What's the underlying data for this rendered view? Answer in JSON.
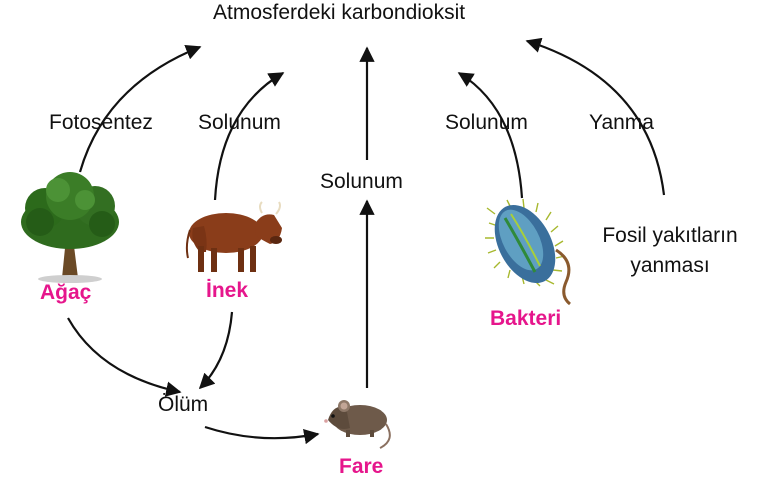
{
  "title": "Atmosferdeki karbondioksit",
  "labels": {
    "photosynthesis": "Fotosentez",
    "respiration_cow": "Solunum",
    "respiration_mouse": "Solunum",
    "respiration_bacteria": "Solunum",
    "combustion": "Yanma",
    "fossil_line1": "Fosil yakıtların",
    "fossil_line2": "yanması",
    "death": "Ölüm"
  },
  "organisms": {
    "tree": "Ağaç",
    "cow": "İnek",
    "bacteria": "Bakteri",
    "mouse": "Fare"
  },
  "colors": {
    "organism_label": "#e6168c",
    "text": "#111111",
    "arrow": "#111111"
  }
}
